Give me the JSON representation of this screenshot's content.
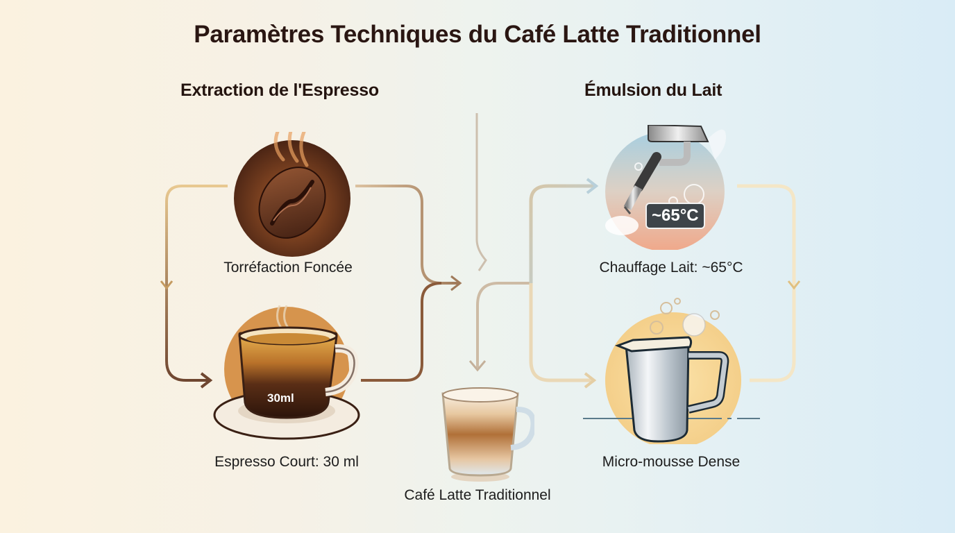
{
  "title": "Paramètres Techniques du Café Latte Traditionnel",
  "sections": {
    "espresso": {
      "title": "Extraction de l'Espresso"
    },
    "milk": {
      "title": "Émulsion du Lait"
    }
  },
  "nodes": {
    "roast": {
      "label": "Torréfaction Foncée",
      "icon": "coffee-bean-icon"
    },
    "espresso": {
      "label": "Espresso Court: 30 ml",
      "icon": "espresso-cup-icon",
      "volume_tag": "30ml"
    },
    "heating": {
      "label": "Chauffage Lait: ~65°C",
      "icon": "steam-wand-icon",
      "temp_badge": "~65°C"
    },
    "foam": {
      "label": "Micro-mousse Dense",
      "icon": "milk-pitcher-icon"
    },
    "latte": {
      "label": "Café Latte Traditionnel",
      "icon": "latte-glass-icon"
    }
  },
  "colors": {
    "espresso_flow": "#8a5a3a",
    "milk_flow": "#b9cfd8",
    "foam_flow": "#f1dcae",
    "title": "#2a1612"
  }
}
